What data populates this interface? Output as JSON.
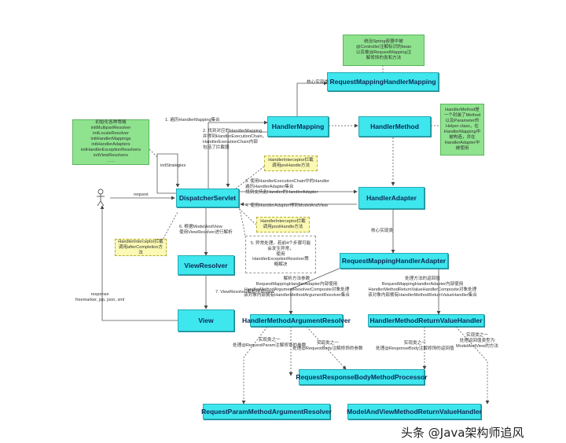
{
  "boxes": {
    "rmhm": "RequestMappingHandlerMapping",
    "handler_mapping": "HandlerMapping",
    "handler_method": "HandlerMethod",
    "dispatcher": "DispatcherServlet",
    "handler_adapter": "HandlerAdapter",
    "view_resolver": "ViewResolver",
    "view": "View",
    "rmha": "RequestMappingHandlerAdapter",
    "hmar": "HandlerMethodArgumentResolver",
    "hmrvh": "HandlerMethodReturnValueHandler",
    "rrbmp": "RequestResponseBodyMethodProcessor",
    "rpmar": "RequestParamMethodArgumentResolver",
    "mavmrvh": "ModelAndViewMethodReturnValueHandler"
  },
  "notes": {
    "rmhm": "统治Spring容器中被\n@Controller注解标识的bean\n以及被@RequestMapping注\n解修饰的类和方法",
    "handler_method": "HandlerMethod是\n一个封装了Method\n以及Parameter的\nHelper class，在\nHandlerMapping中\n被构造，并在\nHandlerAdapter中\n被使用",
    "init": "初始化各种策略\ninitMultipartResolver\ninitLocaleResolver\ninitHandlerMappings\ninitHandlerAdapters\ninitHandlerExceptionResolvers\ninitViewResolvers\n……",
    "prehandle": "HandlerInterceptor拦截\n调用preHandle方法",
    "posthandle": "HandlerInterceptor拦截\n调用postHandle方法",
    "after": "HandlerInterceptor拦截\n调用afterCompletion方\n法",
    "exception": "5. 异常处理。若前4个步骤可能\n会发生异常，\n使用\nHandlerExceptionResolver策\n略解决"
  },
  "labels": {
    "core_impl_1": "核心实现类",
    "step1": "1. 遍历HandlerMapping集合",
    "step2": "2. 找到对应的HandlerMapping\n并得到HandlerExecutionChain，\nHandlerExecutionChain内部\n包括了拦截器",
    "init_strategies": "initStrategies",
    "step3": "3. 使用HandlerExecutionChain中的Handler\n遍历HandlerAdapter集合\n找到支持此Handler的HandlerAdapter",
    "step4": "4. 使用HandlerAdapter得到ModelAndView",
    "request": "request",
    "step6": "6. 根据ModelAndView\n使用ViewResolver进行解析",
    "step7": "7. ViewResolver解析得到View",
    "response": "response\nfreemarker, jsp, json, xml",
    "core_impl_2": "核心实现类",
    "arg_parse": "解析方法参数\nRequestMappingHandlerAdapter内部使用\nHandlerMethodArgumentResolverComposite对象处理\n该对象内部拥有HandlerMethodArgumentResolver集合",
    "return_handle": "处理方法的返回值\nRequestMappingHandlerAdapter内部使用\nHandlerMethodReturnValueHandlerComposite对象处理\n该对象内部拥有HandlerMethodReturnValueHandler集合",
    "impl_param": "实现类之一\n处理@RequestParam注解修饰的参数",
    "impl_body_arg": "实现类之一\n处理@RequestBody注解修饰的参数",
    "impl_body_ret": "实现类之一\n处理@ResponseBody注解修饰的返回值",
    "impl_mav": "实现类之一\n处理返回值类型为\nModelAndView的方法"
  },
  "watermark": "头条 @Java架构师追风"
}
